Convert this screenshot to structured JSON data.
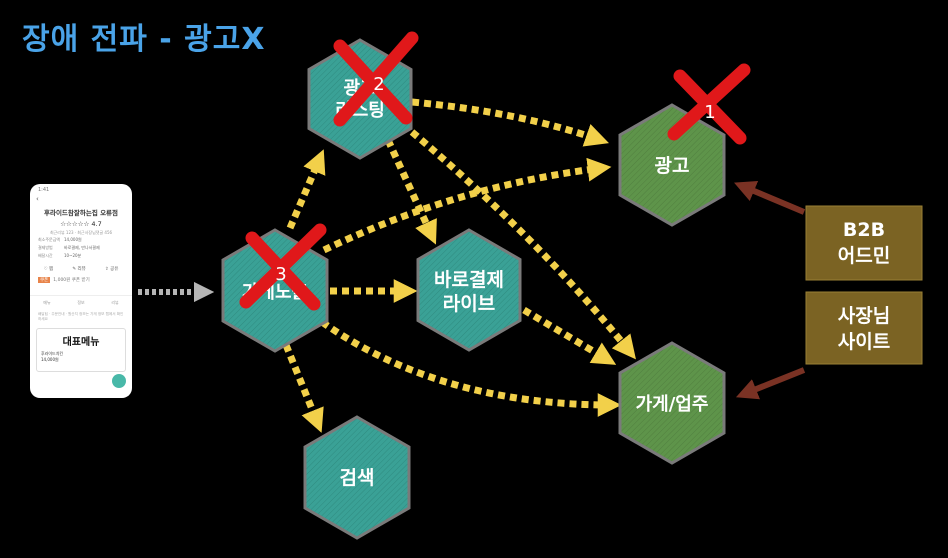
{
  "title": "장애 전파 - 광고X",
  "colors": {
    "teal_node": "#3aa196",
    "green_node": "#5e944a",
    "node_border": "#7a7a7a",
    "arrow": "#f2d04a",
    "gray_arrow": "#b5b5b5",
    "brown_box": "#7b6323",
    "brown_arrow": "#7a3224",
    "cross": "#e0181a",
    "title": "#4aa3e8"
  },
  "nodes": {
    "ad_display": {
      "label_line1": "광고",
      "label_line2": "리스팅",
      "badge": "2"
    },
    "ad": {
      "label": "광고",
      "badge": "1"
    },
    "store_display": {
      "label": "가게노출",
      "badge": "3"
    },
    "direct_pay": {
      "label_line1": "바로결제",
      "label_line2": "라이브"
    },
    "store_biz": {
      "label": "가게/업주"
    },
    "search": {
      "label": "검색"
    }
  },
  "side_boxes": {
    "b2b": {
      "line1": "B2B",
      "line2": "어드민"
    },
    "owner": {
      "line1": "사장님",
      "line2": "사이트"
    }
  },
  "phone": {
    "status": "1:41",
    "back_icon": "chevron-left-icon",
    "shop_name": "후라이드참잘하는집 오류점",
    "stars": "☆☆☆☆☆ 4.7",
    "sub": "최근리뷰 123 · 최근사장님댓글 456",
    "rows": [
      {
        "k": "최소주문금액",
        "v": "14,000원"
      },
      {
        "k": "결제방법",
        "v": "바로결제, 만나서결제"
      },
      {
        "k": "배달시간",
        "v": "10~20분"
      }
    ],
    "actions": [
      "♡ 찜",
      "✎ 리뷰",
      "⇪ 공유"
    ],
    "coupon_badge": "쿠폰",
    "coupon_text": "1,000원 쿠폰 받기",
    "tabs": [
      "메뉴",
      "정보",
      "리뷰"
    ],
    "notes": "배달팁 · 주문안내 · 원산지 정보는 가게 정보 탭에서 확인하세요",
    "menu_title": "대표메뉴",
    "item": "후라이드치킨",
    "price": "14,000원"
  }
}
